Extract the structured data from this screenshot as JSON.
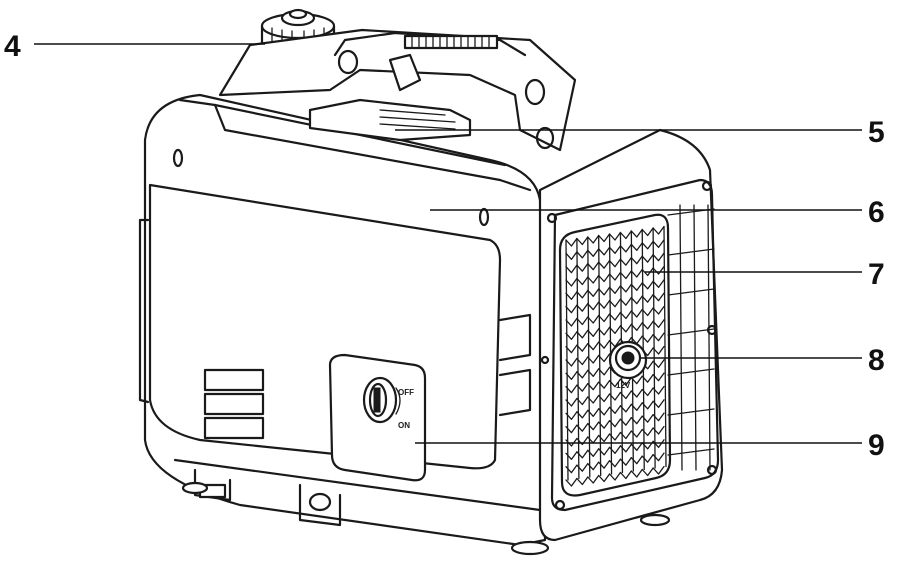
{
  "callouts": [
    {
      "id": "4",
      "label": "4"
    },
    {
      "id": "5",
      "label": "5"
    },
    {
      "id": "6",
      "label": "6"
    },
    {
      "id": "7",
      "label": "7"
    },
    {
      "id": "8",
      "label": "8"
    },
    {
      "id": "9",
      "label": "9"
    }
  ],
  "switch_labels": {
    "off": "OFF",
    "on": "ON"
  },
  "outlet_label": "12V"
}
